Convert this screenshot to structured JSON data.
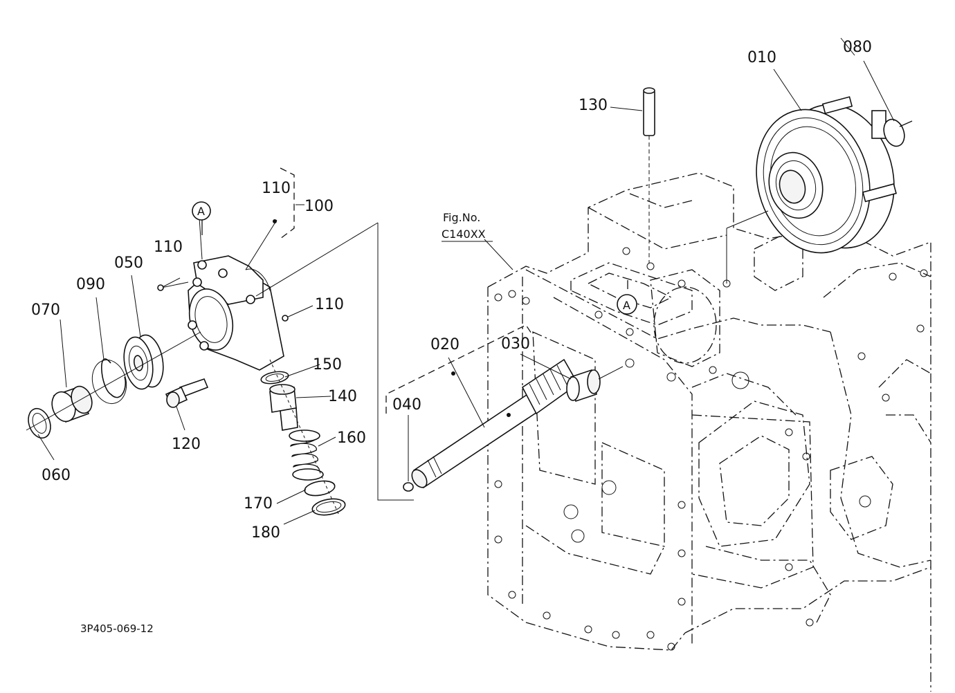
{
  "diagram": {
    "drawing_code": "3P405-069-12",
    "figure_ref": {
      "line1": "Fig.No.",
      "line2": "C140XX"
    },
    "view_marker": "A",
    "callouts": {
      "p010": "010",
      "p020": "020",
      "p030": "030",
      "p040": "040",
      "p050": "050",
      "p060": "060",
      "p070": "070",
      "p080": "080",
      "p090": "090",
      "p100": "100",
      "p110a": "110",
      "p110b": "110",
      "p110c": "110",
      "p120": "120",
      "p130": "130",
      "p140": "140",
      "p150": "150",
      "p160": "160",
      "p170": "170",
      "p180": "180"
    }
  }
}
